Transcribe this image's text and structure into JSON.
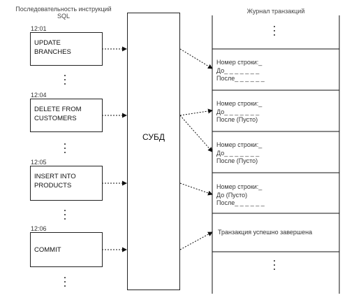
{
  "left_title": "Последовательность инструкций\nSQL",
  "right_title": "Журнал транзакций",
  "dbms_label": "СУБД",
  "statements": [
    {
      "time": "12:01",
      "text": "UPDATE\nBRANCHES"
    },
    {
      "time": "12:04",
      "text": "DELETE FROM\nCUSTOMERS"
    },
    {
      "time": "12:05",
      "text": "INSERT INTO\nPRODUCTS"
    },
    {
      "time": "12:06",
      "text": "COMMIT"
    }
  ],
  "log_entries": [
    {
      "row": "Номер строки:_",
      "before": "До_ _ _ _ _ _ _",
      "after": "После_ _ _ _ _ _"
    },
    {
      "row": "Номер строки:_",
      "before": "До_ _ _ _ _ _ _",
      "after": "После  (Пусто)"
    },
    {
      "row": "Номер строки:_",
      "before": "До_ _ _ _ _ _ _",
      "after": "После  (Пусто)"
    },
    {
      "row": "Номер строки:_",
      "before": "До  (Пусто)",
      "after": "После_ _ _ _ _ _"
    }
  ],
  "commit_entry": "Транзакция успешно завершена"
}
